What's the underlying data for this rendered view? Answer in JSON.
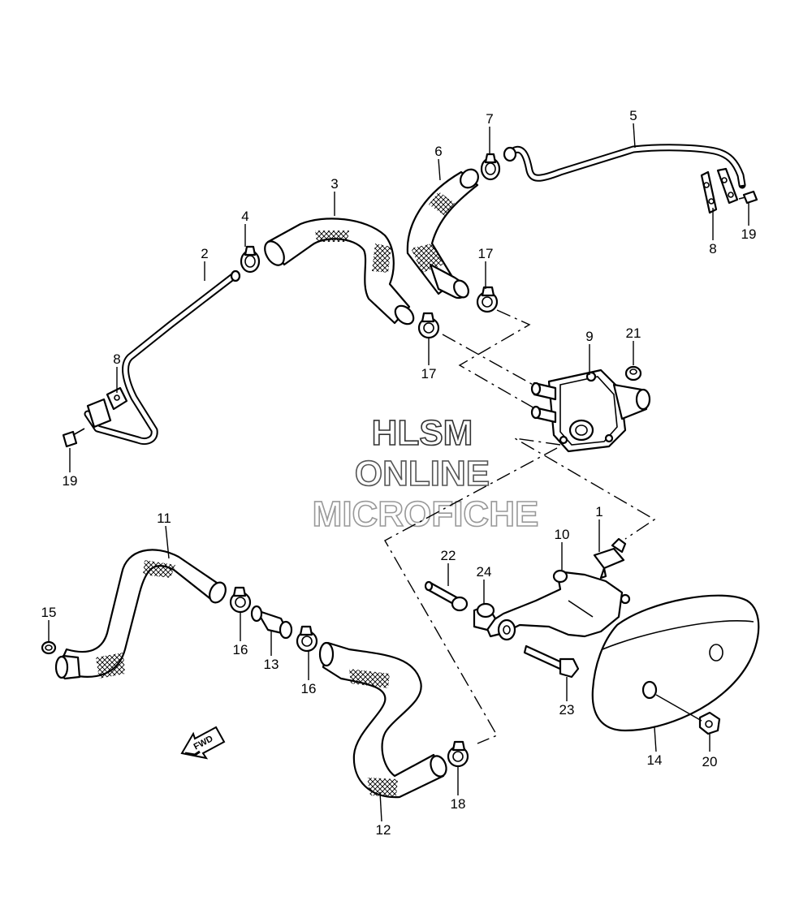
{
  "watermark": {
    "line1": "HLSM",
    "line2": "ONLINE",
    "line3": "MICROFICHE"
  },
  "fwd_arrow": {
    "text": "FWD"
  },
  "callouts": [
    {
      "id": "c1",
      "text": "1"
    },
    {
      "id": "c2",
      "text": "2"
    },
    {
      "id": "c3",
      "text": "3"
    },
    {
      "id": "c4",
      "text": "4"
    },
    {
      "id": "c5",
      "text": "5"
    },
    {
      "id": "c6",
      "text": "6"
    },
    {
      "id": "c7",
      "text": "7"
    },
    {
      "id": "c8a",
      "text": "8"
    },
    {
      "id": "c8b",
      "text": "8"
    },
    {
      "id": "c9",
      "text": "9"
    },
    {
      "id": "c10",
      "text": "10"
    },
    {
      "id": "c11",
      "text": "11"
    },
    {
      "id": "c12",
      "text": "12"
    },
    {
      "id": "c13",
      "text": "13"
    },
    {
      "id": "c14",
      "text": "14"
    },
    {
      "id": "c15",
      "text": "15"
    },
    {
      "id": "c16a",
      "text": "16"
    },
    {
      "id": "c16b",
      "text": "16"
    },
    {
      "id": "c17a",
      "text": "17"
    },
    {
      "id": "c17b",
      "text": "17"
    },
    {
      "id": "c18",
      "text": "18"
    },
    {
      "id": "c19a",
      "text": "19"
    },
    {
      "id": "c19b",
      "text": "19"
    },
    {
      "id": "c20",
      "text": "20"
    },
    {
      "id": "c21",
      "text": "21"
    },
    {
      "id": "c22",
      "text": "22"
    },
    {
      "id": "c23",
      "text": "23"
    },
    {
      "id": "c24",
      "text": "24"
    }
  ]
}
